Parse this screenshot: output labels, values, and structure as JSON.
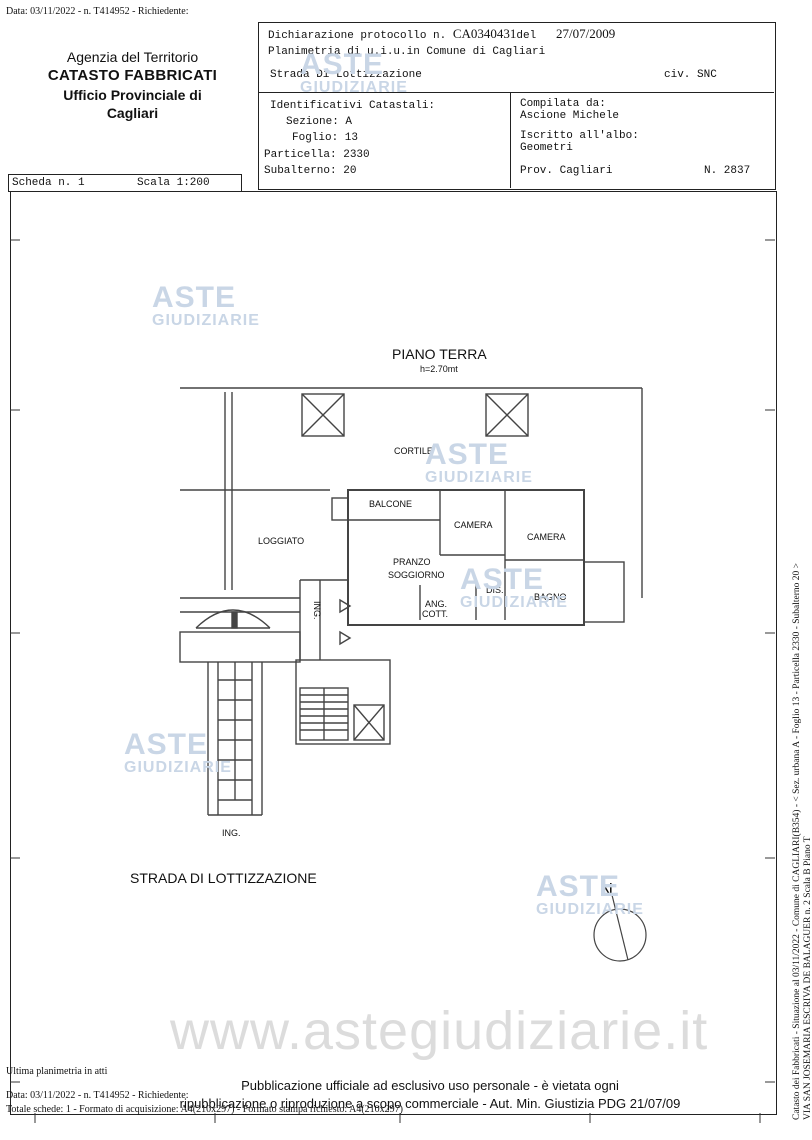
{
  "header": {
    "top_line": "Data: 03/11/2022 - n. T414952 - Richiedente:",
    "agency": {
      "line1": "Agenzia del Territorio",
      "line2": "CATASTO FABBRICATI",
      "line3": "Ufficio Provinciale di",
      "line4": "Cagliari"
    },
    "declaration": {
      "label": "Dichiarazione protocollo n.",
      "number": "CA0340431",
      "del_label": "del",
      "date": "27/07/2009"
    },
    "plan_line": "Planimetria di u.i.u.in Comune di Cagliari",
    "street": "Strada Di Lottizzazione",
    "civ": "civ. SNC",
    "identificativi": {
      "title": "Identificativi Catastali:",
      "sezione": "Sezione: A",
      "foglio": "Foglio: 13",
      "particella": "Particella: 2330",
      "subalterno": "Subalterno: 20"
    },
    "compilata": {
      "title": "Compilata da:",
      "name": "Ascione Michele",
      "albo_title": "Iscritto all'albo:",
      "albo": "Geometri",
      "prov": "Prov. Cagliari",
      "num": "N.  2837"
    },
    "scheda": "Scheda n. 1",
    "scala": "Scala 1:200"
  },
  "plan": {
    "title": "PIANO TERRA",
    "height": "h=2.70mt",
    "rooms": {
      "cortile": "CORTILE",
      "balcone": "BALCONE",
      "camera1": "CAMERA",
      "camera2": "CAMERA",
      "loggiato": "LOGGIATO",
      "pranzo": "PRANZO",
      "soggiorno": "SOGGIORNO",
      "dis": "DIS.",
      "bagno": "BAGNO",
      "ang": "ANG.",
      "cott": "COTT.",
      "ing_vertical": "ING.",
      "ing_bottom": "ING."
    },
    "street_label": "STRADA DI LOTTIZZAZIONE",
    "north": "N"
  },
  "watermark": {
    "line1": "ASTE",
    "line2": "GIUDIZIARIE",
    "website": "www.astegiudiziarie.it"
  },
  "side_text": {
    "line1": "Catasto dei Fabbricati - Situazione al 03/11/2022 - Comune di CAGLIARI(B354) - < Sez. urbana A - Foglio 13 - Particella 2330 - Subalterno 20 >",
    "line2": "VIA SAN JOSEMARIA ESCRIVA DE BALAGUER n. 2 Scala B Piano T"
  },
  "footer": {
    "ultima": "Ultima planimetria in atti",
    "data_line": "Data: 03/11/2022 - n. T414952 - Richiedente:",
    "totale": "Totale schede: 1 - Formato di acquisizione: A4(210x297) - Formato stampa richiesto: A4(210x297)",
    "pub_line1": "Pubblicazione ufficiale ad esclusivo uso personale - è vietata ogni",
    "pub_line2": "ripubblicazione o riproduzione a scopo commerciale - Aut. Min. Giustizia PDG 21/07/09"
  }
}
